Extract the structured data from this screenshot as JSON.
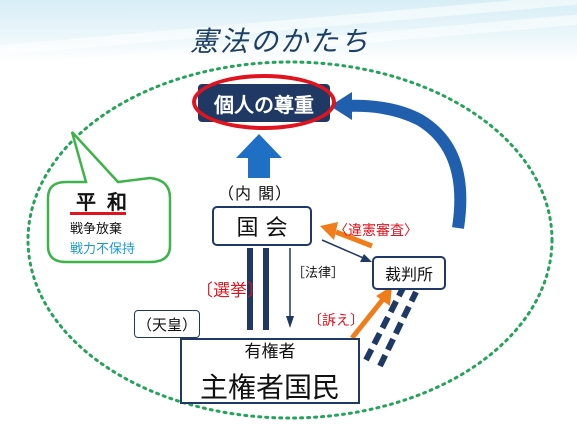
{
  "title": "憲法のかたち",
  "respect": "個人の尊重",
  "peace": {
    "heading": "平 和",
    "line1": "戦争放棄",
    "line2": "戦力不保持"
  },
  "cabinet": "（内 閣）",
  "diet": "国 会",
  "court": "裁判所",
  "judicial_review": "〈違憲審査〉",
  "law": "［法律］",
  "election": "〔選挙〕",
  "lawsuit": "〔訴え〕",
  "emperor": "（天皇）",
  "people_top": "有権者",
  "people_bottom": "主権者国民",
  "colors": {
    "navy": "#1f3864",
    "blue_arrow": "#1f6fc5",
    "red": "#e0141e",
    "orange": "#f07d1a",
    "green": "#24a35a",
    "light_blue": "#1a9ad7"
  }
}
